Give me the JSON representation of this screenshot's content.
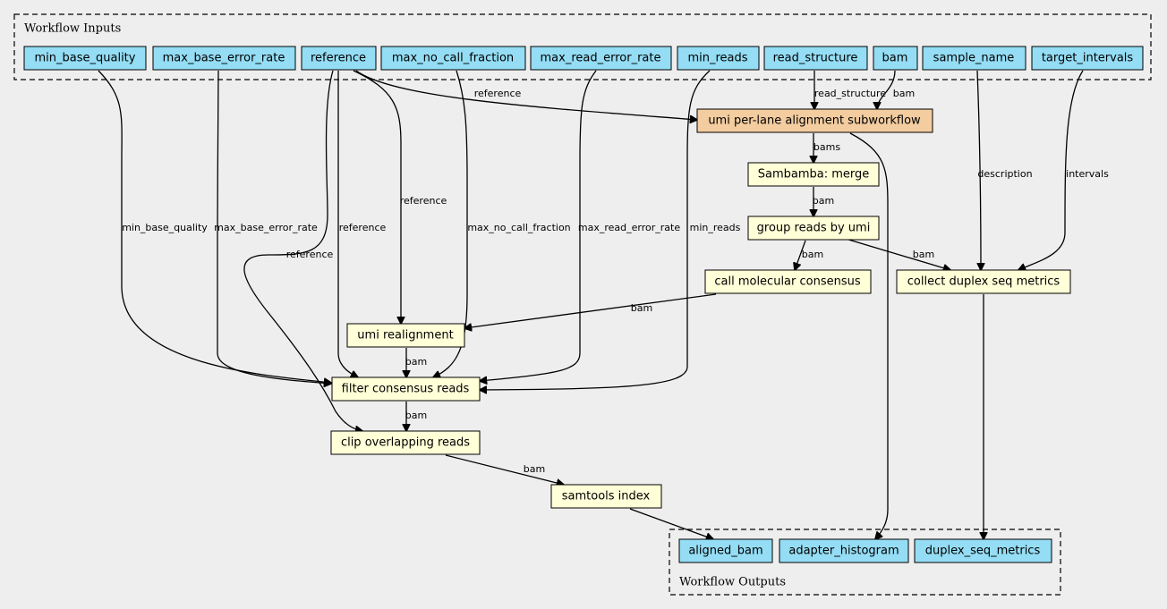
{
  "clusters": {
    "inputs": "Workflow Inputs",
    "outputs": "Workflow Outputs"
  },
  "nodes": {
    "min_base_quality": "min_base_quality",
    "max_base_error_rate": "max_base_error_rate",
    "reference": "reference",
    "max_no_call_fraction": "max_no_call_fraction",
    "max_read_error_rate": "max_read_error_rate",
    "min_reads": "min_reads",
    "read_structure": "read_structure",
    "bam": "bam",
    "sample_name": "sample_name",
    "target_intervals": "target_intervals",
    "umi_subworkflow": "umi per-lane alignment subworkflow",
    "sambamba_merge": "Sambamba: merge",
    "group_reads": "group reads by umi",
    "call_consensus": "call molecular consensus",
    "collect_metrics": "collect duplex seq metrics",
    "umi_realignment": "umi realignment",
    "filter_consensus": "filter consensus reads",
    "clip_overlapping": "clip overlapping reads",
    "samtools_index": "samtools index",
    "aligned_bam": "aligned_bam",
    "adapter_histogram": "adapter_histogram",
    "duplex_seq_metrics": "duplex_seq_metrics"
  },
  "edge_labels": {
    "ref_to_sub": "reference",
    "readstruct_to_sub": "read_structure",
    "bam_to_sub": "bam",
    "sub_to_merge": "bams",
    "merge_to_group": "bam",
    "group_to_call": "bam",
    "group_to_collect": "bam",
    "sample_to_collect": "description",
    "intervals_to_collect": "intervals",
    "mbq_to_filter": "min_base_quality",
    "mber_to_filter": "max_base_error_rate",
    "ref_to_filter": "reference",
    "ref_to_realign": "reference",
    "ref_to_clip": "reference",
    "mncf_to_filter": "max_no_call_fraction",
    "mrer_to_filter": "max_read_error_rate",
    "minreads_to_filter": "min_reads",
    "call_to_realign": "bam",
    "realign_to_filter": "bam",
    "filter_to_clip": "bam",
    "clip_to_index": "bam"
  }
}
